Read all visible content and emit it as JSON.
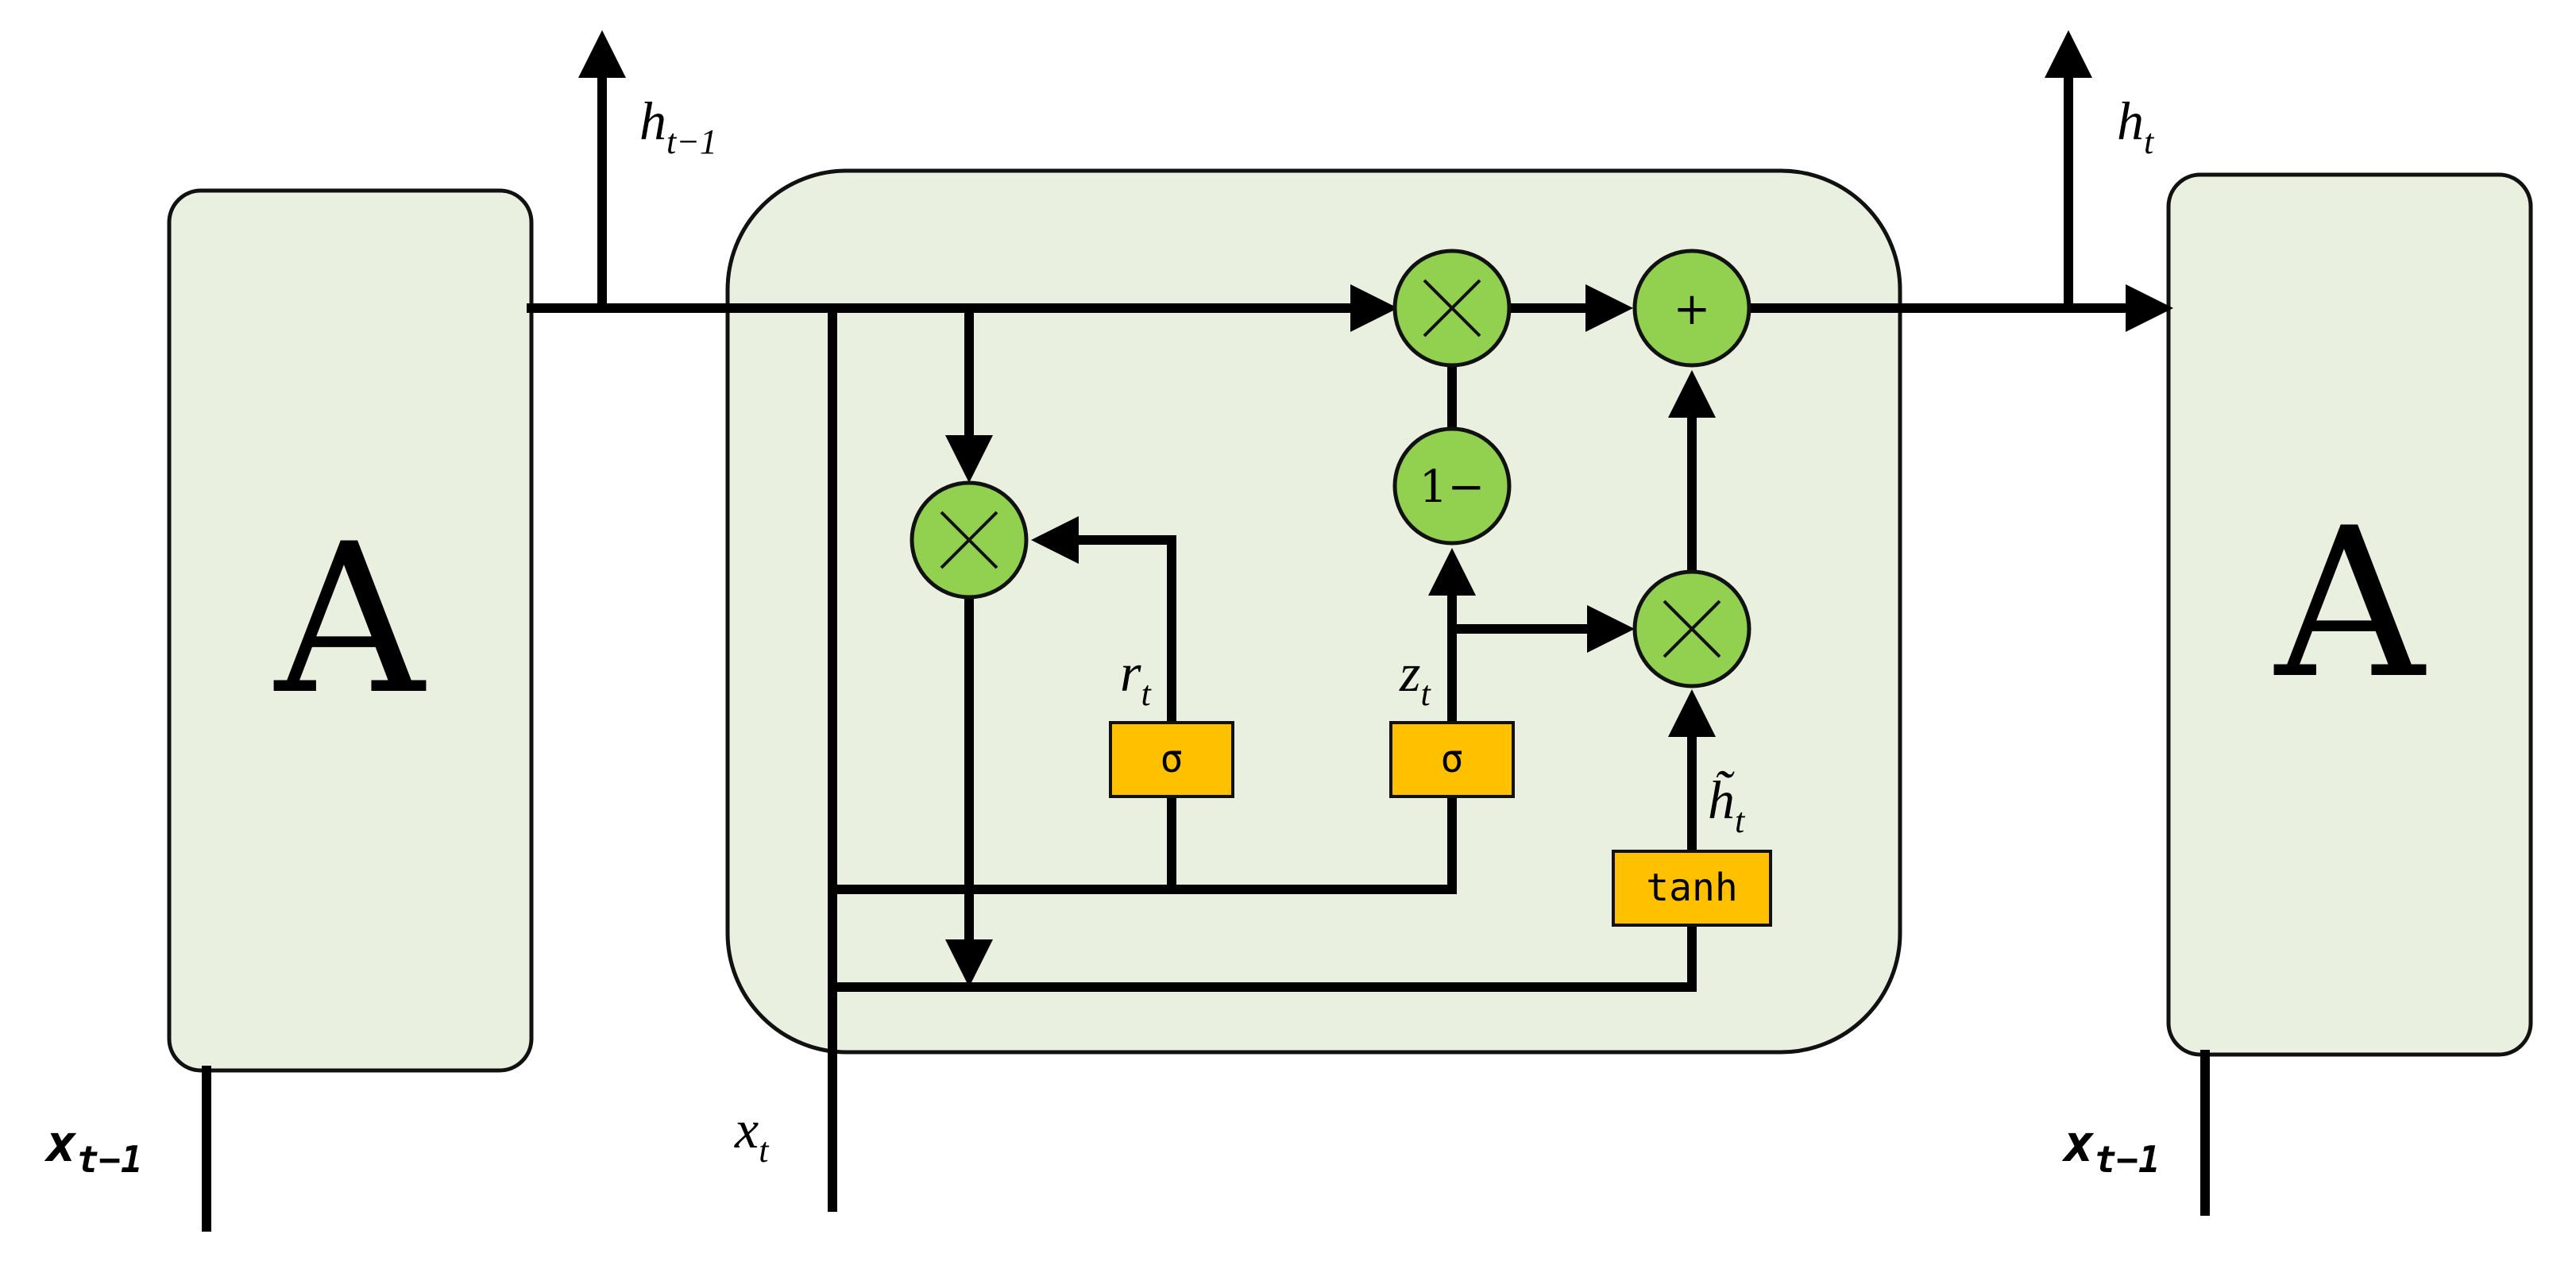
{
  "cell_left": {
    "label": "A"
  },
  "cell_right": {
    "label": "A"
  },
  "inputs": {
    "left": {
      "base": "x",
      "sub": "t−1"
    },
    "center": {
      "base": "x",
      "sub": "t"
    },
    "right": {
      "base": "x",
      "sub": "t−1"
    }
  },
  "outputs": {
    "prev": {
      "base": "h",
      "sub": "t−1"
    },
    "curr": {
      "base": "h",
      "sub": "t"
    }
  },
  "gates": {
    "reset": {
      "label": "σ",
      "var": "r",
      "sub": "t"
    },
    "update": {
      "label": "σ",
      "var": "z",
      "sub": "t"
    },
    "candidate": {
      "label": "tanh",
      "var": "h̃",
      "sub": "t"
    }
  },
  "ops": {
    "one_minus": "1−",
    "plus": "+"
  },
  "colors": {
    "cell_fill": "#eaf0df",
    "op_fill": "#92d050",
    "gate_fill": "#ffc000",
    "line": "#000000"
  }
}
